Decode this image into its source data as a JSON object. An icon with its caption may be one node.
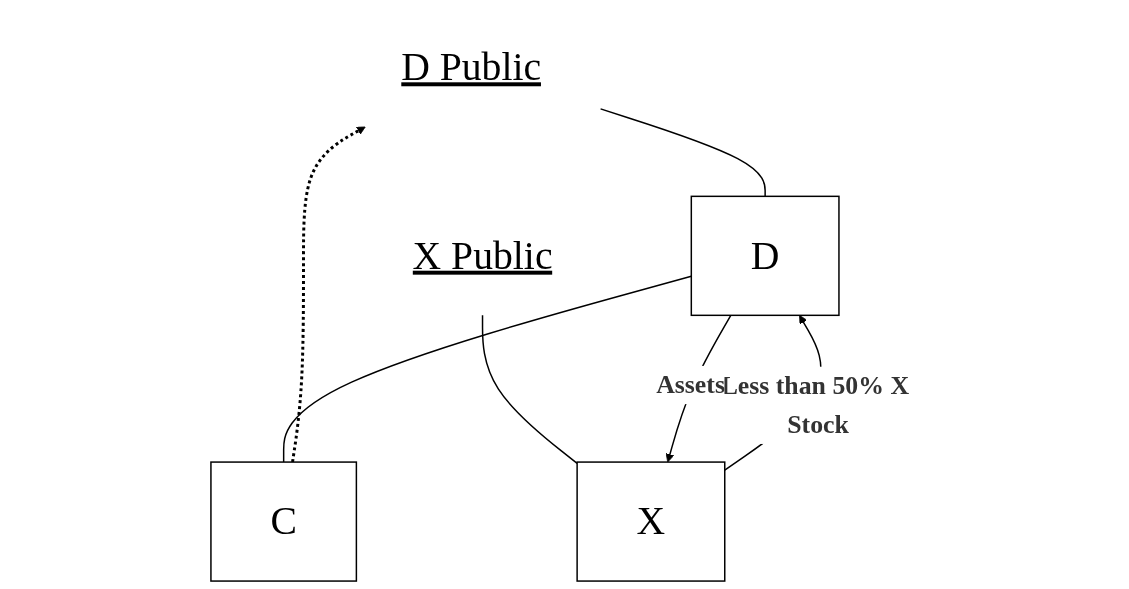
{
  "diagram": {
    "nodes": [
      {
        "text": [
          "D Public"
        ]
      },
      {
        "text": [
          "D"
        ]
      },
      {
        "text": [
          "X Public"
        ]
      },
      {
        "text": [
          "X"
        ]
      },
      {
        "text": [
          "C"
        ]
      }
    ],
    "edges": [
      {
        "from": 0,
        "to": 1,
        "arrow": "none"
      },
      {
        "from": 1,
        "to": 4,
        "arrow": "none"
      },
      {
        "from": 2,
        "to": 3,
        "arrow": "none"
      },
      {
        "from": 3,
        "to": 1,
        "arrow": "to",
        "label": "Less than 50% X Stock"
      },
      {
        "from": 1,
        "to": 3,
        "arrow": "to",
        "label": "Assets"
      },
      {
        "from": 4,
        "to": 0,
        "arrow": "to",
        "style": "dashed"
      }
    ]
  }
}
